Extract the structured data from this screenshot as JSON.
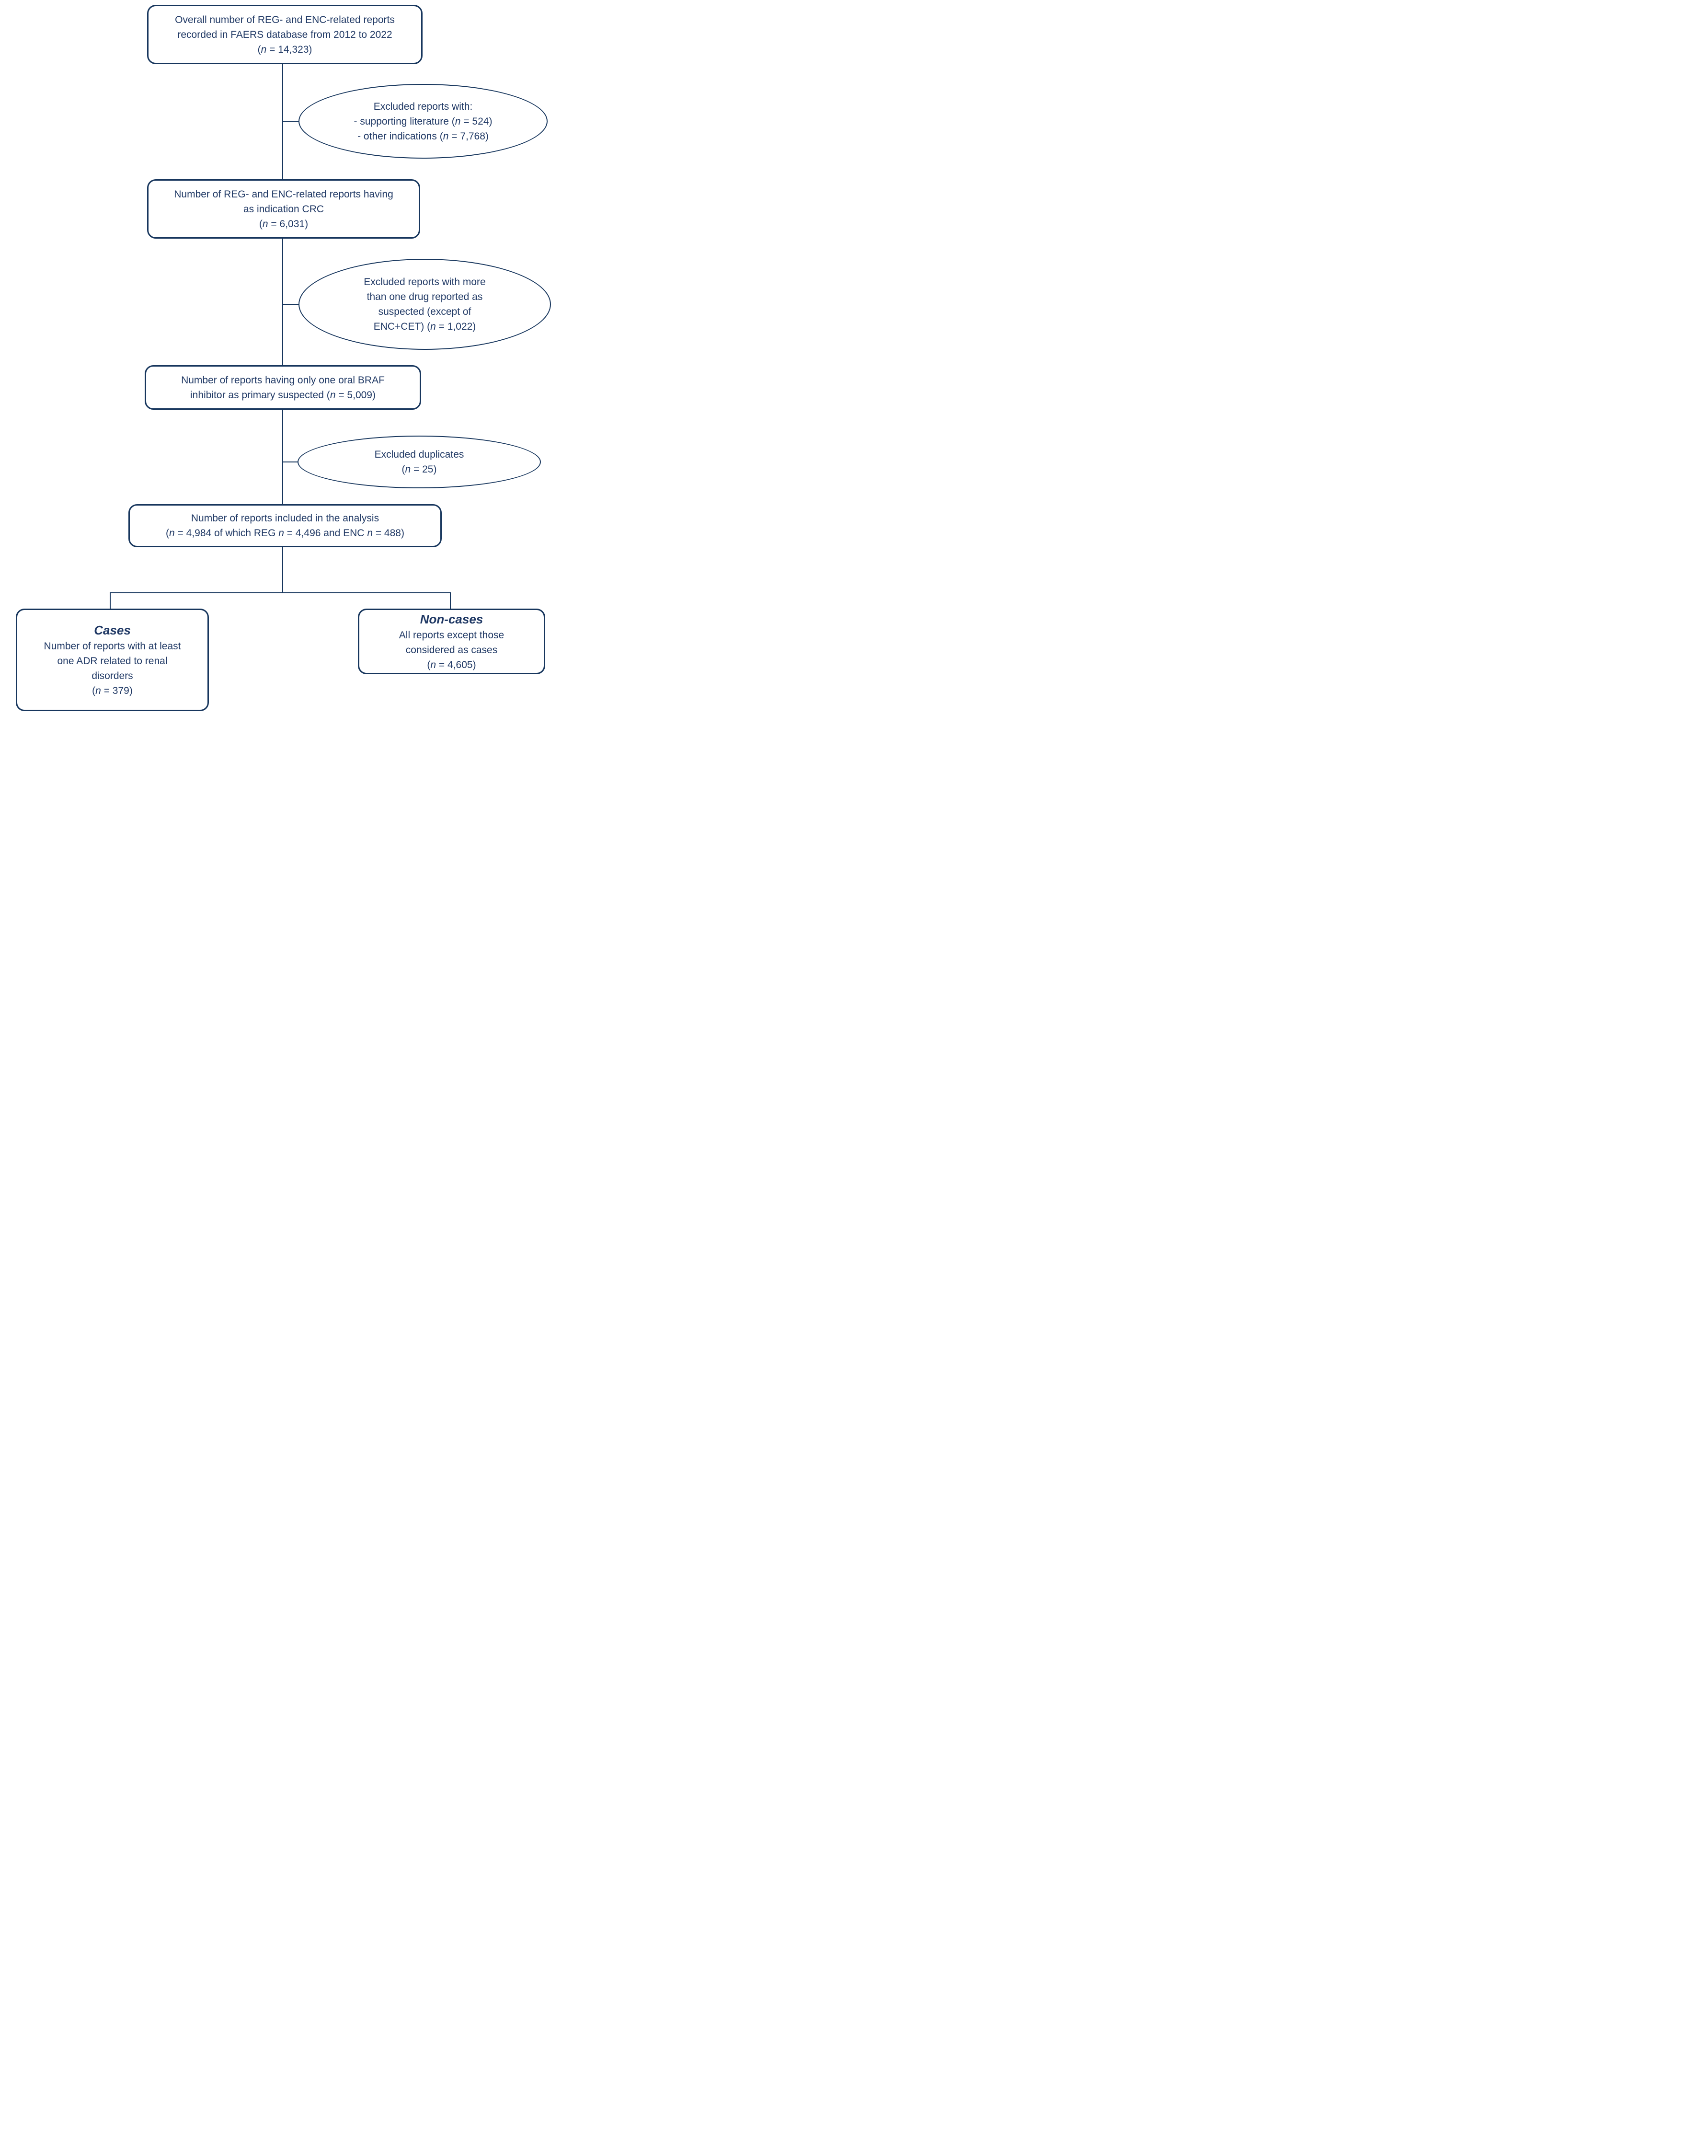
{
  "diagram": {
    "colors": {
      "line": "#17365d",
      "text": "#1f3864",
      "background": "#ffffff"
    },
    "nodes": {
      "overall": {
        "lines": [
          {
            "pre": "Overall number of REG- and ENC-related reports"
          },
          {
            "pre": "recorded in FAERS database from 2012 to 2022"
          },
          {
            "pre": "(",
            "n": "n",
            "post": " = 14,323)"
          }
        ]
      },
      "excluded1": {
        "lines": [
          {
            "pre": "Excluded reports with:"
          },
          {
            "pre": "- supporting literature (",
            "n": "n",
            "post": " = 524)"
          },
          {
            "pre": "- other indications (",
            "n": "n",
            "post": " = 7,768)"
          }
        ]
      },
      "crc": {
        "lines": [
          {
            "pre": "Number of REG- and ENC-related reports having"
          },
          {
            "pre": "as indication CRC"
          },
          {
            "pre": "(",
            "n": "n",
            "post": " = 6,031)"
          }
        ]
      },
      "excluded2": {
        "lines": [
          {
            "pre": "Excluded reports with more"
          },
          {
            "pre": "than one drug reported as"
          },
          {
            "pre": "suspected (except of"
          },
          {
            "pre": "ENC+CET) (",
            "n": "n",
            "post": " = 1,022)"
          }
        ]
      },
      "braf": {
        "lines": [
          {
            "pre": "Number of reports having only one oral BRAF"
          },
          {
            "pre": "inhibitor as primary suspected (",
            "n": "n",
            "post": " = 5,009)"
          }
        ]
      },
      "excluded3": {
        "lines": [
          {
            "pre": "Excluded duplicates"
          },
          {
            "pre": "(",
            "n": "n",
            "post": " = 25)"
          }
        ]
      },
      "included": {
        "lines": [
          {
            "pre": "Number of reports included in the analysis"
          },
          {
            "pre": "(",
            "n": "n",
            "post": " = 4,984 of which REG ",
            "n2": "n",
            "post2": " = 4,496 and ENC ",
            "n3": "n",
            "post3": " = 488)"
          }
        ]
      },
      "cases": {
        "title": "Cases",
        "lines": [
          {
            "pre": "Number of reports with at least"
          },
          {
            "pre": "one ADR related to renal"
          },
          {
            "pre": "disorders"
          },
          {
            "pre": "(",
            "n": "n",
            "post": " = 379)"
          }
        ]
      },
      "noncases": {
        "title": "Non-cases",
        "lines": [
          {
            "pre": "All reports except those"
          },
          {
            "pre": "considered as cases"
          },
          {
            "pre": "(",
            "n": "n",
            "post": " = 4,605)"
          }
        ]
      }
    }
  }
}
